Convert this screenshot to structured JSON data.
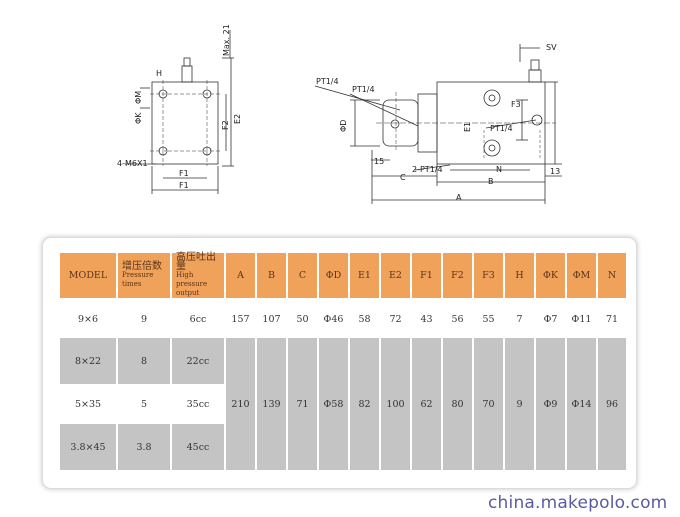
{
  "drawing": {
    "left": {
      "labels": {
        "max21": "Max. 21",
        "h": "H",
        "phim": "ΦM",
        "phik": "ΦK",
        "f2": "F2",
        "e2": "E2",
        "thread": "4-M6X1",
        "f1_inner": "F1",
        "f1_outer": "F1"
      }
    },
    "right": {
      "labels": {
        "pt14_a": "PT1/4",
        "pt14_b": "PT1/4",
        "sv": "SV",
        "f3": "F3",
        "e1": "E1",
        "phid": "ΦD",
        "pt14_c": "PT1/4",
        "n15": "15",
        "pt2": "2-PT1/4",
        "n": "N",
        "n13": "13",
        "c": "C",
        "b": "B",
        "a": "A"
      }
    }
  },
  "table": {
    "headers": {
      "model": "MODEL",
      "ratio_zh": "增压倍数",
      "ratio_en": "Pressure times",
      "output_zh": "高压吐出量",
      "output_en": "High pressure output",
      "cols": [
        "A",
        "B",
        "C",
        "ΦD",
        "E1",
        "E2",
        "F1",
        "F2",
        "F3",
        "H",
        "ΦK",
        "ΦM",
        "N"
      ]
    },
    "rows": [
      {
        "model": "9×6",
        "ratio": "9",
        "output": "6cc",
        "values": [
          "157",
          "107",
          "50",
          "Φ46",
          "58",
          "72",
          "43",
          "56",
          "55",
          "7",
          "Φ7",
          "Φ11",
          "71"
        ]
      },
      {
        "model": "8×22",
        "ratio": "8",
        "output": "22cc"
      },
      {
        "model": "5×35",
        "ratio": "5",
        "output": "35cc"
      },
      {
        "model": "3.8×45",
        "ratio": "3.8",
        "output": "45cc"
      }
    ],
    "shared_values": [
      "210",
      "139",
      "71",
      "Φ58",
      "82",
      "100",
      "62",
      "80",
      "70",
      "9",
      "Φ9",
      "Φ14",
      "96"
    ]
  },
  "watermark": "china.makepolo.com"
}
